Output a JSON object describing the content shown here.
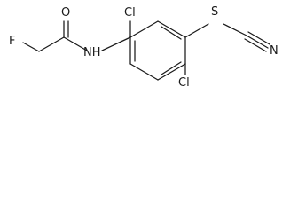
{
  "molecule": {
    "atoms": {
      "fluorine": "F",
      "carbonyl_oxygen": "O",
      "amide_nitrogen": "NH",
      "chlorine_top": "Cl",
      "chlorine_bottom": "Cl",
      "sulfur": "S",
      "nitrile_nitrogen": "N"
    }
  }
}
